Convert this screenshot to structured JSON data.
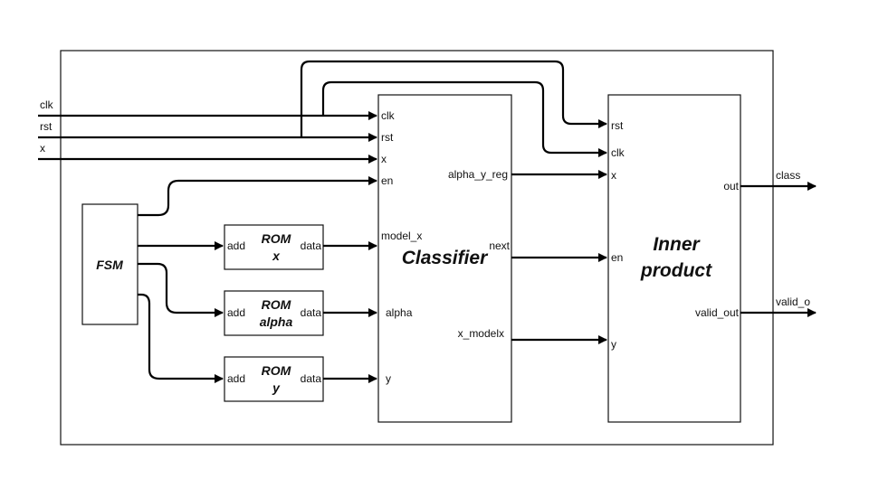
{
  "inputs": {
    "clk": "clk",
    "rst": "rst",
    "x": "x"
  },
  "outputs": {
    "class": "class",
    "valid_o": "valid_o"
  },
  "fsm": {
    "label": "FSM"
  },
  "roms": [
    {
      "add": "add",
      "title": "ROM",
      "name": "x",
      "data": "data"
    },
    {
      "add": "add",
      "title": "ROM",
      "name": "alpha",
      "data": "data"
    },
    {
      "add": "add",
      "title": "ROM",
      "name": "y",
      "data": "data"
    }
  ],
  "classifier": {
    "title": "Classifier",
    "ports_in": [
      "clk",
      "rst",
      "x",
      "en",
      "model_x",
      "alpha",
      "y"
    ],
    "ports_out": [
      "alpha_y_reg",
      "next",
      "x_modelx"
    ]
  },
  "inner_product": {
    "title_line1": "Inner",
    "title_line2": "product",
    "ports_in": [
      "rst",
      "clk",
      "x",
      "en",
      "y"
    ],
    "ports_out": [
      "out",
      "valid_out"
    ]
  }
}
